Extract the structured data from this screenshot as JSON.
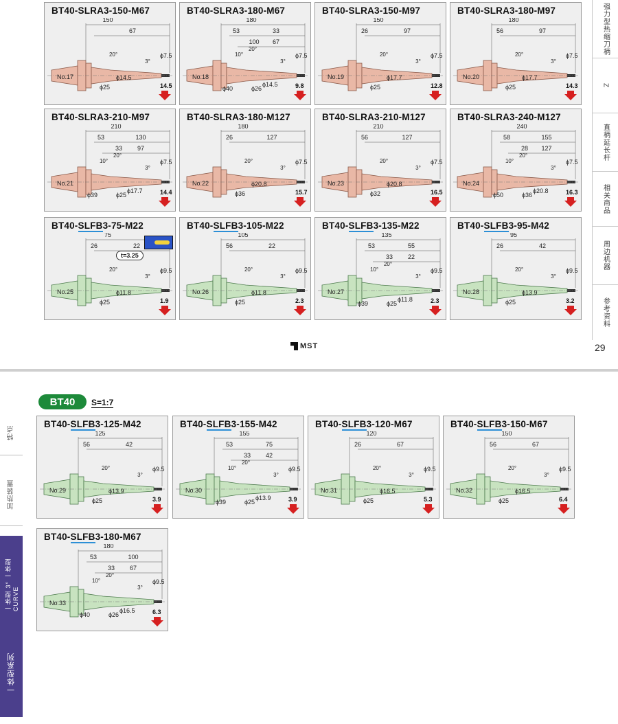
{
  "page": {
    "page_number": "29",
    "logo_text": "MST",
    "section_badge": "BT40",
    "taper_ratio": "S=1:7",
    "thickness_note": "t=3.25"
  },
  "right_tabs": [
    "强力型热缩刀柄",
    "Z",
    "直柄延长杆",
    "相关商品",
    "周边机器",
    "参考资料"
  ],
  "left_tabs": [
    "特点",
    "加热装置",
    "一体型 3° 一体型 CURVE",
    "一体型系列"
  ],
  "colors": {
    "pink": "#e9b8a6",
    "green": "#c8e3c0",
    "arrow": "#d62020",
    "badge": "#1d8a3a",
    "sidebar": "#4b3f8c"
  },
  "cards": [
    {
      "pre": "BT40-SLRA3-150-M67",
      "u": "",
      "post": "",
      "no": "No.17",
      "color": "pink",
      "mass": "14.5",
      "dims": [
        "150",
        "67"
      ],
      "angles": [
        "20°",
        "3°"
      ],
      "dias": [
        "ϕ7.5",
        "ϕ14.5",
        "ϕ25"
      ]
    },
    {
      "pre": "BT40-SLRA3-180-M67",
      "u": "",
      "post": "",
      "no": "No.18",
      "color": "pink",
      "mass": "9.8",
      "dims": [
        "180",
        "53",
        "33",
        "100",
        "67"
      ],
      "angles": [
        "10°",
        "20°",
        "3°"
      ],
      "dias": [
        "ϕ7.5",
        "ϕ14.5",
        "ϕ40",
        "ϕ26"
      ]
    },
    {
      "pre": "BT40-SLRA3-150-M97",
      "u": "",
      "post": "",
      "no": "No.19",
      "color": "pink",
      "mass": "12.8",
      "dims": [
        "150",
        "26",
        "97"
      ],
      "angles": [
        "20°",
        "3°"
      ],
      "dias": [
        "ϕ7.5",
        "ϕ17.7",
        "ϕ25"
      ]
    },
    {
      "pre": "BT40-SLRA3-180-M97",
      "u": "",
      "post": "",
      "no": "No.20",
      "color": "pink",
      "mass": "14.3",
      "dims": [
        "180",
        "56",
        "97"
      ],
      "angles": [
        "20°",
        "3°"
      ],
      "dias": [
        "ϕ7.5",
        "ϕ17.7",
        "ϕ25"
      ]
    },
    {
      "pre": "BT40-SLRA3-210-M97",
      "u": "",
      "post": "",
      "no": "No.21",
      "color": "pink",
      "mass": "14.4",
      "dims": [
        "210",
        "53",
        "130",
        "33",
        "97"
      ],
      "angles": [
        "10°",
        "20°",
        "3°"
      ],
      "dias": [
        "ϕ7.5",
        "ϕ17.7",
        "ϕ39",
        "ϕ25"
      ]
    },
    {
      "pre": "BT40-SLRA3-180-M127",
      "u": "",
      "post": "",
      "no": "No.22",
      "color": "pink",
      "mass": "15.7",
      "dims": [
        "180",
        "26",
        "127"
      ],
      "angles": [
        "20°",
        "3°"
      ],
      "dias": [
        "ϕ7.5",
        "ϕ20.8",
        "ϕ36"
      ]
    },
    {
      "pre": "BT40-SLRA3-210-M127",
      "u": "",
      "post": "",
      "no": "No.23",
      "color": "pink",
      "mass": "16.5",
      "dims": [
        "210",
        "56",
        "127"
      ],
      "angles": [
        "20°",
        "3°"
      ],
      "dias": [
        "ϕ7.5",
        "ϕ20.8",
        "ϕ32"
      ]
    },
    {
      "pre": "BT40-SLRA3-240-M127",
      "u": "",
      "post": "",
      "no": "No.24",
      "color": "pink",
      "mass": "16.3",
      "dims": [
        "240",
        "58",
        "155",
        "28",
        "127"
      ],
      "angles": [
        "10°",
        "20°",
        "3°"
      ],
      "dias": [
        "ϕ7.5",
        "ϕ20.8",
        "ϕ50",
        "ϕ36"
      ]
    },
    {
      "pre": "BT40-",
      "u": "SLFB",
      "post": "3-75-M22",
      "no": "No.25",
      "color": "green",
      "mass": "1.9",
      "dims": [
        "75",
        "26",
        "22"
      ],
      "angles": [
        "20°",
        "3°"
      ],
      "dias": [
        "ϕ9.5",
        "ϕ11.8",
        "ϕ25"
      ],
      "inset": true
    },
    {
      "pre": "BT40-",
      "u": "SLFB",
      "post": "3-105-M22",
      "no": "No.26",
      "color": "green",
      "mass": "2.3",
      "dims": [
        "105",
        "56",
        "22"
      ],
      "angles": [
        "20°",
        "3°"
      ],
      "dias": [
        "ϕ9.5",
        "ϕ11.8",
        "ϕ25"
      ]
    },
    {
      "pre": "BT40-",
      "u": "SLFB",
      "post": "3-135-M22",
      "no": "No.27",
      "color": "green",
      "mass": "2.3",
      "dims": [
        "135",
        "53",
        "55",
        "33",
        "22"
      ],
      "angles": [
        "10°",
        "20°",
        "3°"
      ],
      "dias": [
        "ϕ9.5",
        "ϕ11.8",
        "ϕ39",
        "ϕ25"
      ]
    },
    {
      "pre": "BT40-",
      "u": "SLFB",
      "post": "3-95-M42",
      "no": "No.28",
      "color": "green",
      "mass": "3.2",
      "dims": [
        "95",
        "26",
        "42"
      ],
      "angles": [
        "20°",
        "3°"
      ],
      "dias": [
        "ϕ9.5",
        "ϕ13.9",
        "ϕ25"
      ]
    },
    {
      "pre": "BT40-",
      "u": "SLFB",
      "post": "3-125-M42",
      "no": "No.29",
      "color": "green",
      "mass": "3.9",
      "dims": [
        "125",
        "56",
        "42"
      ],
      "angles": [
        "20°",
        "3°"
      ],
      "dias": [
        "ϕ9.5",
        "ϕ13.9",
        "ϕ25"
      ]
    },
    {
      "pre": "BT40-",
      "u": "SLFB",
      "post": "3-155-M42",
      "no": "No.30",
      "color": "green",
      "mass": "3.9",
      "dims": [
        "155",
        "53",
        "75",
        "33",
        "42"
      ],
      "angles": [
        "10°",
        "20°",
        "3°"
      ],
      "dias": [
        "ϕ9.5",
        "ϕ13.9",
        "ϕ39",
        "ϕ25"
      ]
    },
    {
      "pre": "BT40-",
      "u": "SLFB",
      "post": "3-120-M67",
      "no": "No.31",
      "color": "green",
      "mass": "5.3",
      "dims": [
        "120",
        "26",
        "67"
      ],
      "angles": [
        "20°",
        "3°"
      ],
      "dias": [
        "ϕ9.5",
        "ϕ16.5",
        "ϕ25"
      ]
    },
    {
      "pre": "BT40-",
      "u": "SLFB",
      "post": "3-150-M67",
      "no": "No.32",
      "color": "green",
      "mass": "6.4",
      "dims": [
        "150",
        "56",
        "67"
      ],
      "angles": [
        "20°",
        "3°"
      ],
      "dias": [
        "ϕ9.5",
        "ϕ16.5",
        "ϕ25"
      ]
    },
    {
      "pre": "BT40-",
      "u": "SLFB",
      "post": "3-180-M67",
      "no": "No.33",
      "color": "green",
      "mass": "6.3",
      "dims": [
        "180",
        "53",
        "100",
        "33",
        "67"
      ],
      "angles": [
        "10°",
        "20°",
        "3°"
      ],
      "dias": [
        "ϕ9.5",
        "ϕ16.5",
        "ϕ40",
        "ϕ26"
      ]
    }
  ]
}
